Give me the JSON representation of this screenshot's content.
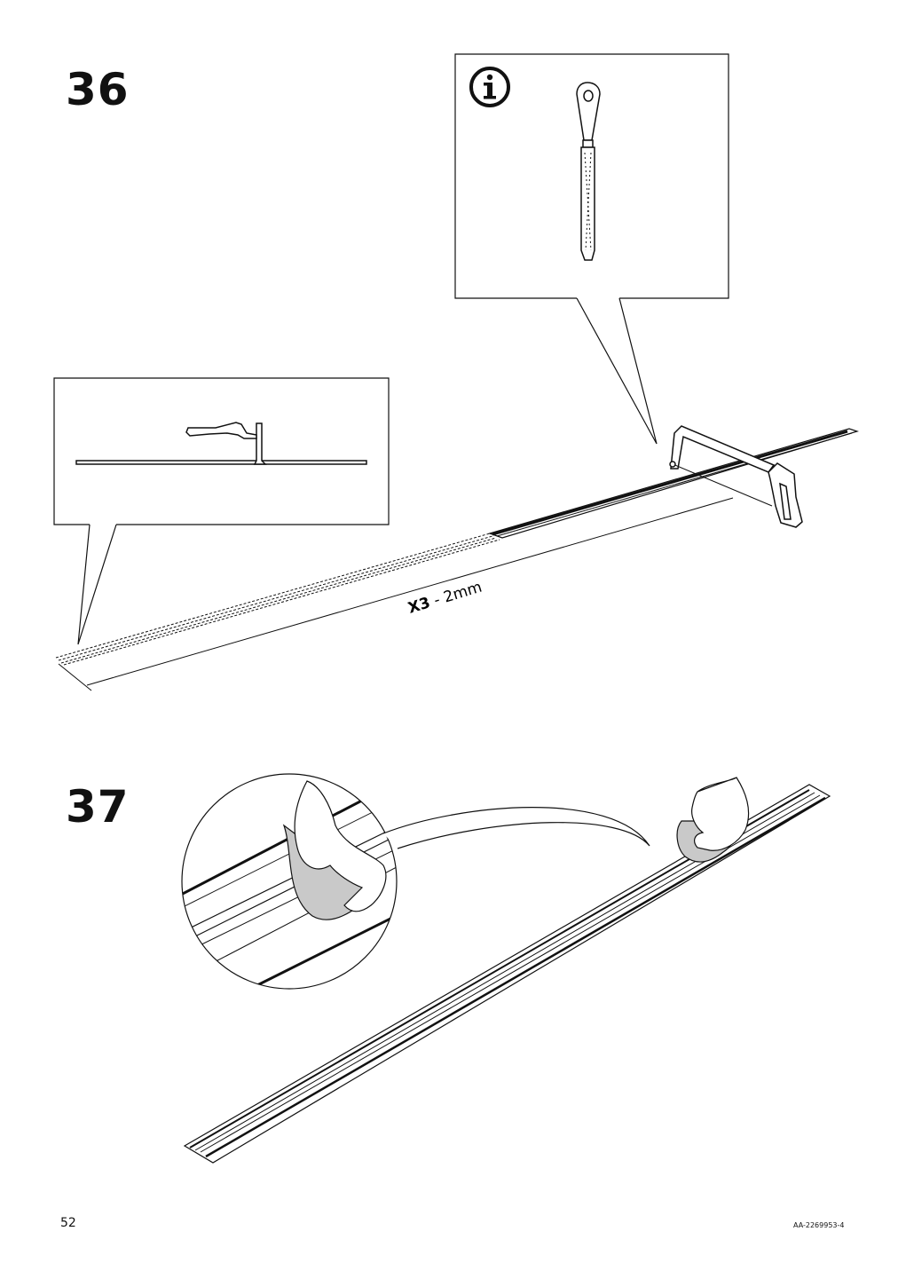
{
  "steps": [
    {
      "number": "36"
    },
    {
      "number": "37"
    }
  ],
  "dimension": {
    "prefix": "X3",
    "suffix": " - 2mm"
  },
  "footer": {
    "page_number": "52",
    "document_code": "AA-2269953-4"
  },
  "icons": [
    "info-icon",
    "file-tool",
    "hacksaw",
    "profile-rail",
    "hand-with-cloth"
  ]
}
